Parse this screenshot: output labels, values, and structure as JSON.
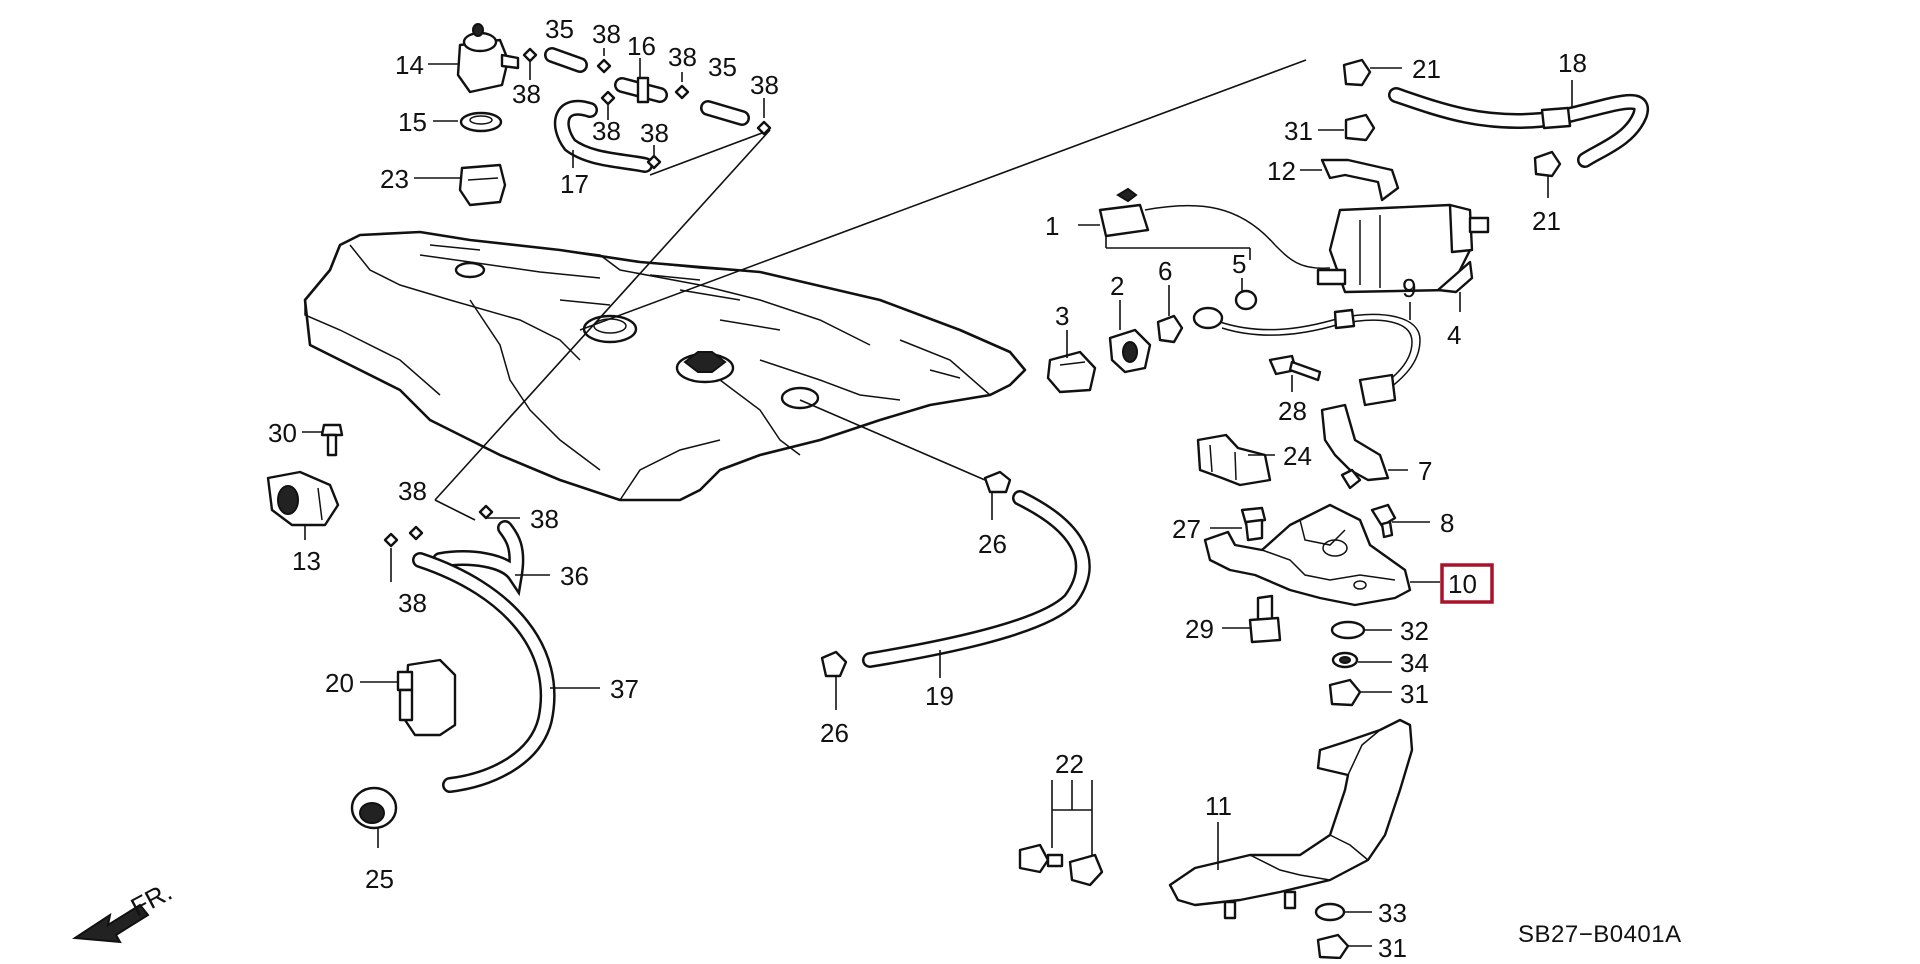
{
  "diagram": {
    "code": "SB27−B0401A",
    "front_indicator": "FR.",
    "highlighted_part": "10",
    "highlight_color": "#a8122a",
    "labels": {
      "l1": "1",
      "l2": "2",
      "l3": "3",
      "l4": "4",
      "l5": "5",
      "l6": "6",
      "l7": "7",
      "l8": "8",
      "l9": "9",
      "l10": "10",
      "l11": "11",
      "l12": "12",
      "l13": "13",
      "l14": "14",
      "l15": "15",
      "l16": "16",
      "l17": "17",
      "l18": "18",
      "l19": "19",
      "l20": "20",
      "l21a": "21",
      "l21b": "21",
      "l22": "22",
      "l23": "23",
      "l24": "24",
      "l25": "25",
      "l26a": "26",
      "l26b": "26",
      "l27": "27",
      "l28": "28",
      "l29": "29",
      "l30": "30",
      "l31a": "31",
      "l31b": "31",
      "l31c": "31",
      "l32": "32",
      "l33": "33",
      "l34": "34",
      "l35a": "35",
      "l35b": "35",
      "l36": "36",
      "l37": "37",
      "l38a": "38",
      "l38b": "38",
      "l38c": "38",
      "l38d": "38",
      "l38e": "38",
      "l38f": "38",
      "l38g": "38",
      "l38h": "38"
    }
  }
}
